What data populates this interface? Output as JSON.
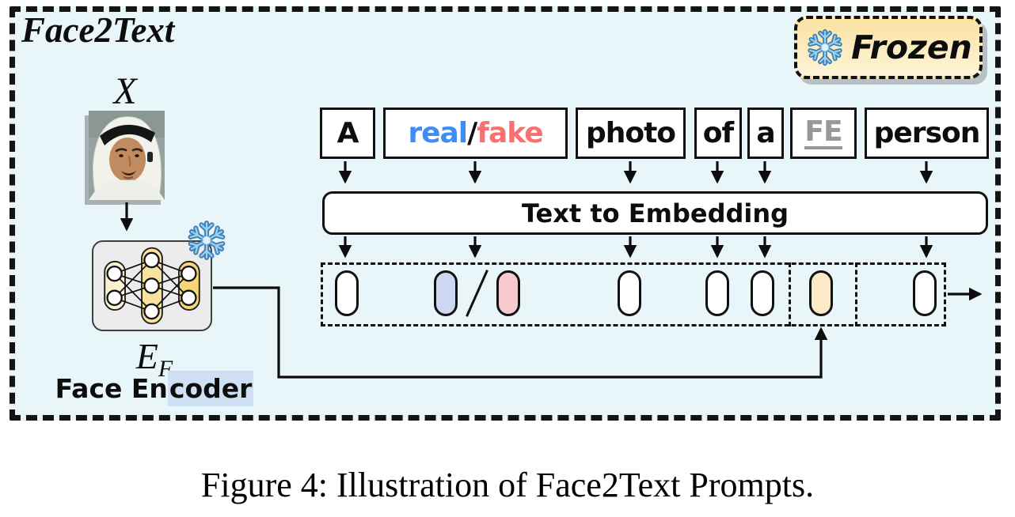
{
  "figure": {
    "title": "Face2Text",
    "frozen_badge": {
      "label": "Frozen",
      "icon": "snowflake-icon"
    },
    "input": {
      "label": "X"
    },
    "encoder": {
      "symbol_main": "E",
      "symbol_sub": "F",
      "name_prefix": "Face En",
      "name_highlighted": "coder"
    },
    "prompt_tokens": {
      "article_cap": "A",
      "real": "real",
      "slash": "/",
      "fake": "fake",
      "photo": "photo",
      "of": "of",
      "article": "a",
      "fe": "FE",
      "person": "person"
    },
    "text_to_embedding_label": "Text to Embedding",
    "embedding_tokens": [
      {
        "name": "embedding-A",
        "fill": "#ffffff"
      },
      {
        "name": "embedding-real",
        "fill": "#ccd7f2"
      },
      {
        "name": "embedding-fake",
        "fill": "#f8c9cf"
      },
      {
        "name": "embedding-photo",
        "fill": "#ffffff"
      },
      {
        "name": "embedding-of",
        "fill": "#ffffff"
      },
      {
        "name": "embedding-a",
        "fill": "#ffffff"
      },
      {
        "name": "embedding-FE",
        "fill": "#fce9c8"
      },
      {
        "name": "embedding-person",
        "fill": "#ffffff"
      }
    ]
  },
  "caption": "Figure 4: Illustration of Face2Text Prompts.",
  "colors": {
    "panel_background": "#e8f5f9",
    "real_text": "#3f8cf2",
    "fake_text": "#f97070",
    "fe_text": "#989898",
    "token_real_fill": "#ccd7f2",
    "token_fake_fill": "#f8c9cf",
    "token_fe_fill": "#fce9c8",
    "badge_gradient_top": "#fbe2a2",
    "badge_gradient_bottom": "#fdf4d8",
    "encoder_fill": "#ececec",
    "encoder_highlight": "#cfe0f5"
  }
}
